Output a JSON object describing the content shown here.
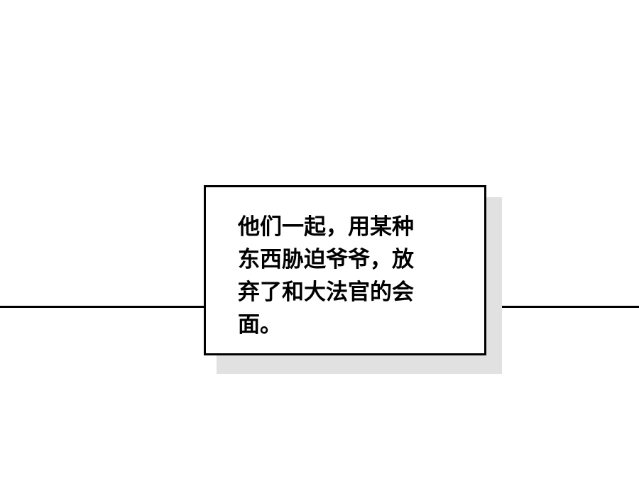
{
  "caption": {
    "lines": [
      "他们一起，用某种",
      "东西胁迫爷爷，放",
      "弃了和大法官的会",
      "面。"
    ]
  },
  "colors": {
    "background": "#ffffff",
    "border": "#000000",
    "shadow": "#e1e1e1"
  }
}
